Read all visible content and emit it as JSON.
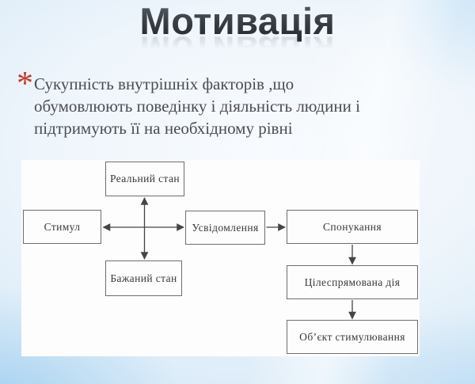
{
  "slide": {
    "title": "Мотивація",
    "bullet": {
      "marker": "*",
      "lines": [
        "Сукупність внутрішніх факторів ,що",
        "обумовлюють поведінку і діяльність людини і",
        "підтримують її на необхідному рівні"
      ]
    },
    "diagram": {
      "nodes": [
        {
          "id": "real-state",
          "label": "Реальний стан"
        },
        {
          "id": "stimulus",
          "label": "Стимул"
        },
        {
          "id": "awareness",
          "label": "Усвідомлення"
        },
        {
          "id": "inducement",
          "label": "Спонукання"
        },
        {
          "id": "desired-state",
          "label": "Бажаний стан"
        },
        {
          "id": "purposeful-action",
          "label": "Цілеспрямована дія"
        },
        {
          "id": "stimulation-object",
          "label": "Об’єкт стимулювання"
        }
      ]
    },
    "colors": {
      "bullet_marker": "#c43a28",
      "title_text": "#31363c",
      "body_text": "#4b4c53",
      "background_light": "#f8fbfe",
      "background_blue": "#a8d4f0",
      "diagram_panel": "#fdfdfd",
      "diagram_border": "#6e6e6e",
      "arrow": "#454545"
    }
  }
}
